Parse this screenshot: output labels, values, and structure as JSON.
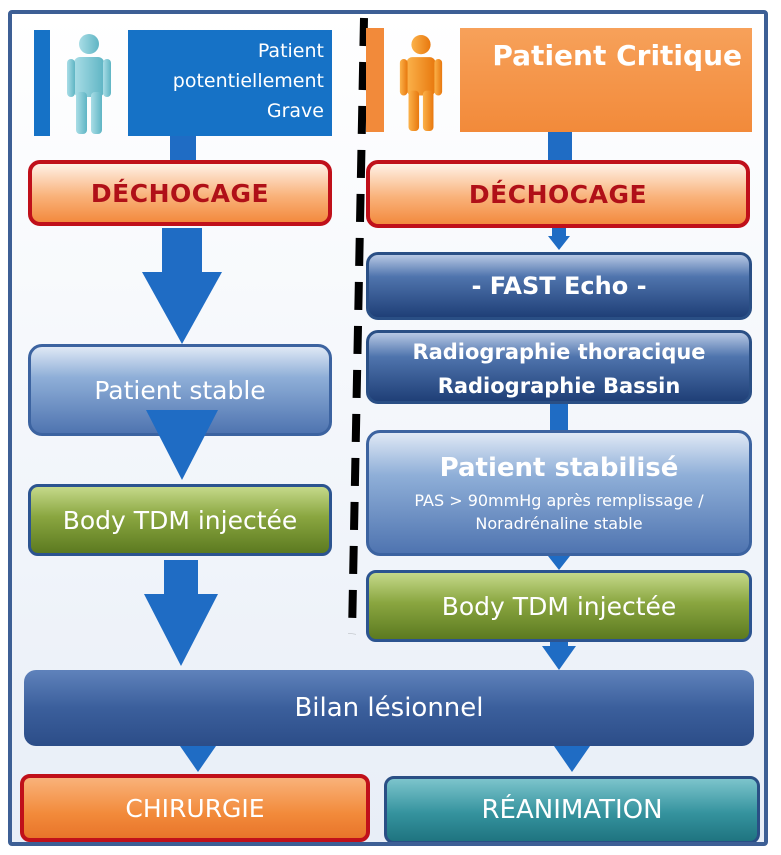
{
  "left": {
    "header": [
      "Patient",
      "potentiellement",
      "Grave"
    ],
    "dechocage": "DÉCHOCAGE",
    "stable": "Patient stable",
    "tdm": "Body TDM injectée"
  },
  "right": {
    "header": "Patient Critique",
    "dechocage": "DÉCHOCAGE",
    "fast": "- FAST Echo -",
    "radio_thorax": "Radiographie thoracique",
    "radio_bassin": "Radiographie Bassin",
    "stabilise_title": "Patient stabilisé",
    "stabilise_line1": "PAS > 90mmHg après remplissage /",
    "stabilise_line2": "Noradrénaline stable",
    "tdm": "Body TDM injectée"
  },
  "bilan": "Bilan lésionnel",
  "chirurgie": "CHIRURGIE",
  "reanimation": "RÉANIMATION",
  "colors": {
    "blue": "#1672c6",
    "orange": "#f28a3a",
    "red": "#c0101a",
    "navy": "#1f3f77",
    "green": "#8aa640",
    "teal": "#35939e"
  }
}
